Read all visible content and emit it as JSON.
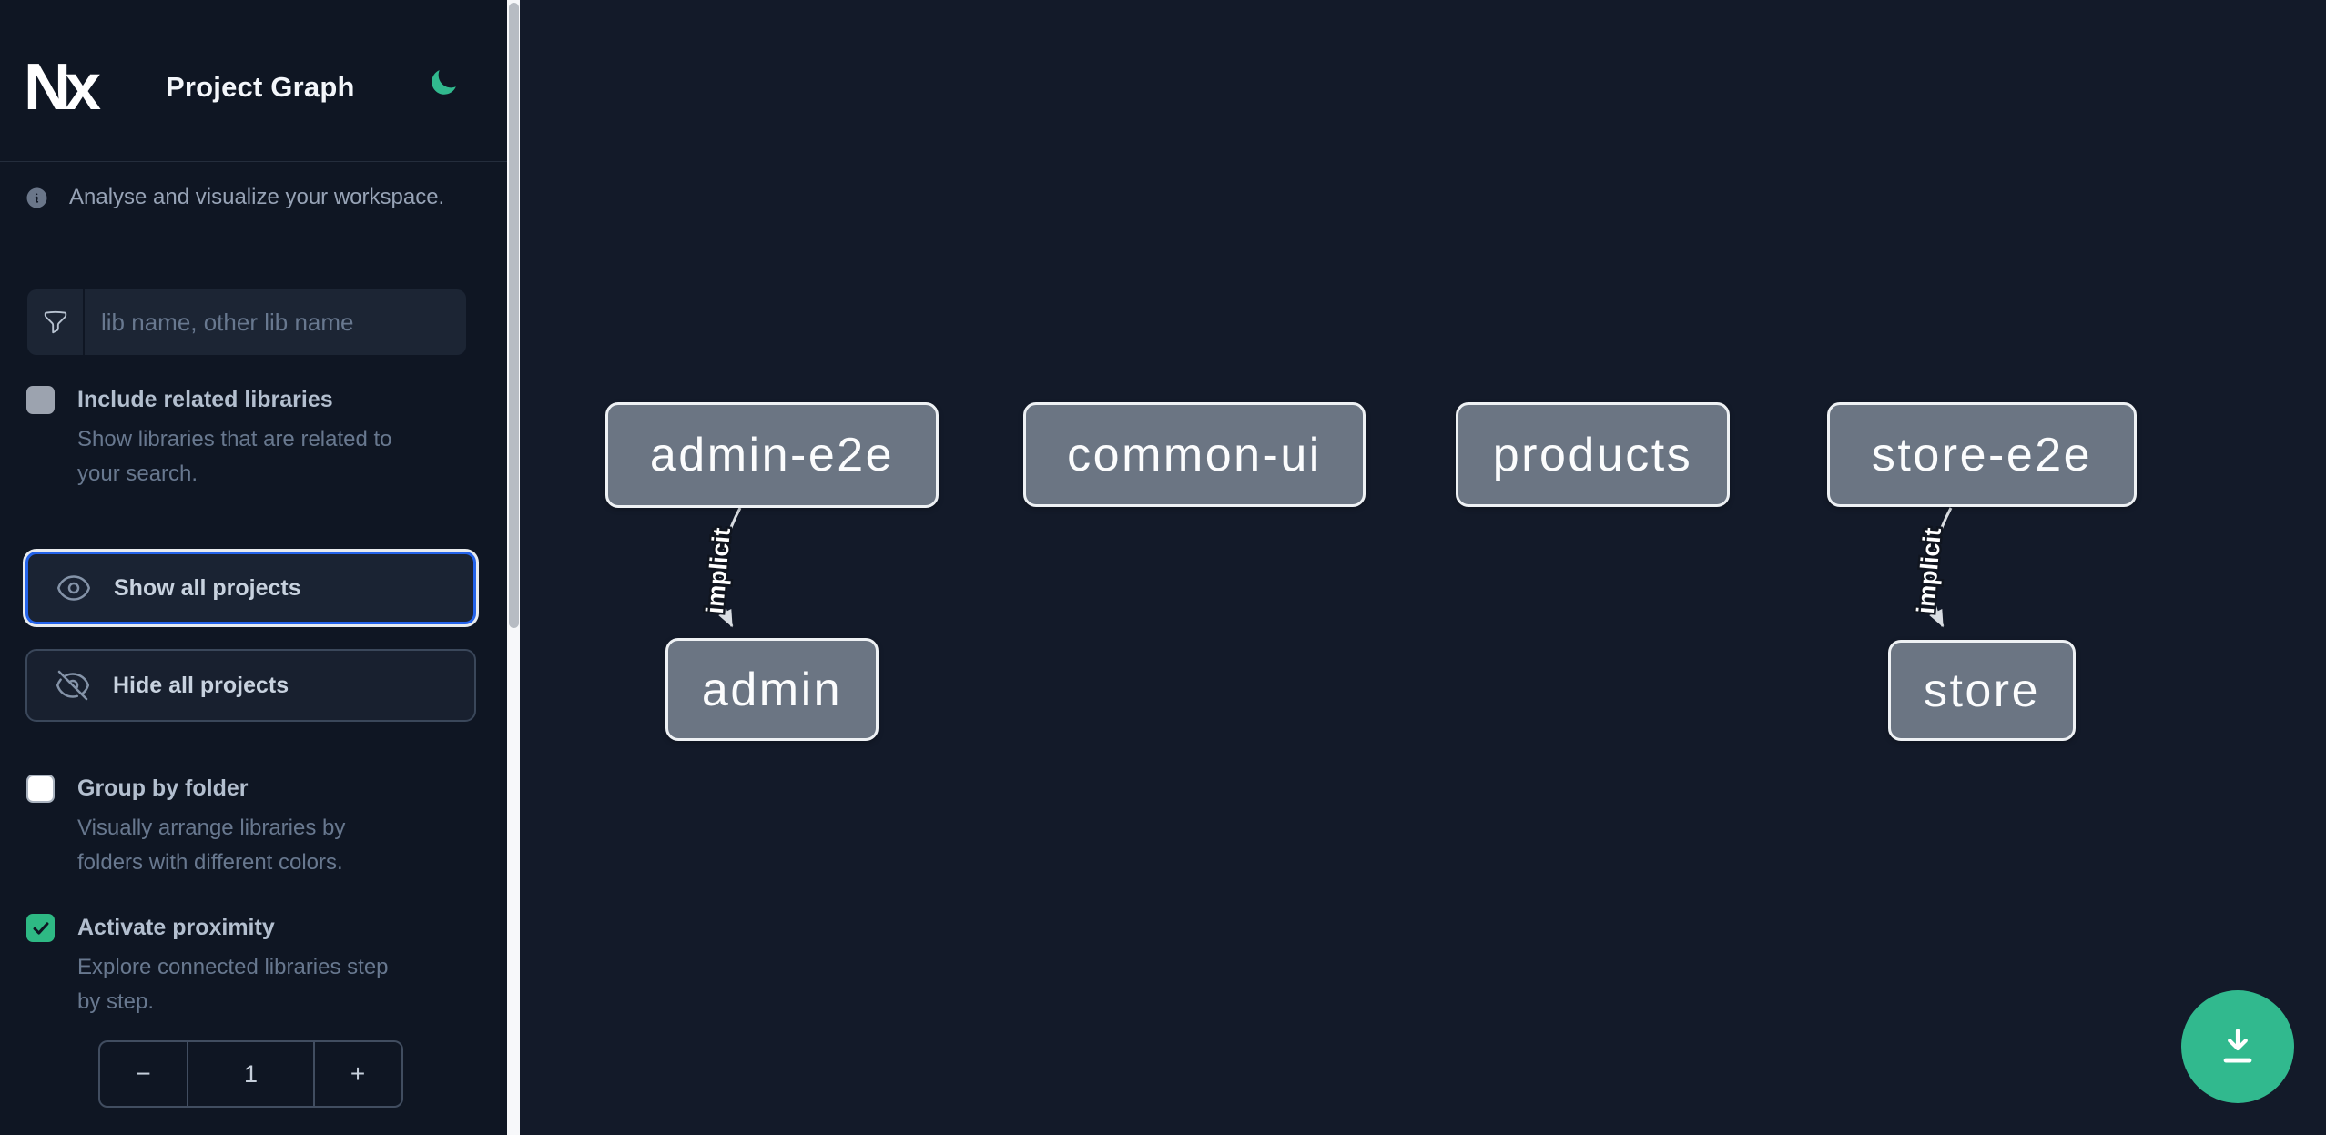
{
  "app": {
    "logo_text": "Nx",
    "title": "Project Graph"
  },
  "sidebar": {
    "tagline": "Analyse and visualize your workspace.",
    "filter": {
      "placeholder": "lib name, other lib name"
    },
    "checkboxes": [
      {
        "label": "Include related libraries",
        "desc_line1": "Show libraries that are related to",
        "desc_line2": "your search.",
        "checked": false
      },
      {
        "label": "Group by folder",
        "desc_line1": "Visually arrange libraries by",
        "desc_line2": "folders with different colors.",
        "checked": false
      },
      {
        "label": "Activate proximity",
        "desc_line1": "Explore connected libraries step",
        "desc_line2": "by step.",
        "checked": true
      }
    ],
    "actions": [
      {
        "label": "Show all projects",
        "icon": "eye-icon",
        "focused": true
      },
      {
        "label": "Hide all projects",
        "icon": "eye-slash-icon",
        "focused": false
      }
    ],
    "proximity_stepper": {
      "decrement_label": "−",
      "value": "1",
      "increment_label": "+"
    }
  },
  "graph": {
    "nodes": [
      {
        "id": "admin-e2e",
        "label": "admin-e2e"
      },
      {
        "id": "common-ui",
        "label": "common-ui"
      },
      {
        "id": "products",
        "label": "products"
      },
      {
        "id": "store-e2e",
        "label": "store-e2e"
      },
      {
        "id": "admin",
        "label": "admin"
      },
      {
        "id": "store",
        "label": "store"
      }
    ],
    "edges": [
      {
        "source": "admin-e2e",
        "target": "admin",
        "label": "implicit",
        "type": "implicit"
      },
      {
        "source": "store-e2e",
        "target": "store",
        "label": "implicit",
        "type": "implicit"
      }
    ]
  },
  "fab": {
    "icon": "download-icon"
  },
  "colors": {
    "accent_green": "#31b98e",
    "focus_blue": "#2463ea",
    "sidebar_bg": "#0f1623",
    "canvas_bg": "#131a29",
    "node_fill": "#6b7583",
    "node_border": "#eef1f4",
    "edge_color": "#d9dde2"
  }
}
